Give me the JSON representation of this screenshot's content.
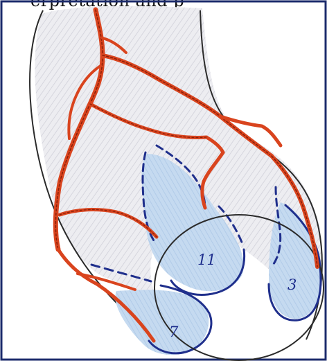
{
  "figure": {
    "top_text_fragment": "erpretation and p",
    "colors": {
      "outline": "#2b2b2b",
      "border": "#1b2a6b",
      "vessel": "#d9441e",
      "vessel_dark": "#8a1f08",
      "region_fill": "#c3d8ee",
      "region_outline": "#1f2f8c",
      "shading": "#e3e3e8"
    },
    "regions": [
      {
        "id": "11",
        "label": "11"
      },
      {
        "id": "3",
        "label": "3"
      },
      {
        "id": "7",
        "label": "7"
      }
    ]
  }
}
